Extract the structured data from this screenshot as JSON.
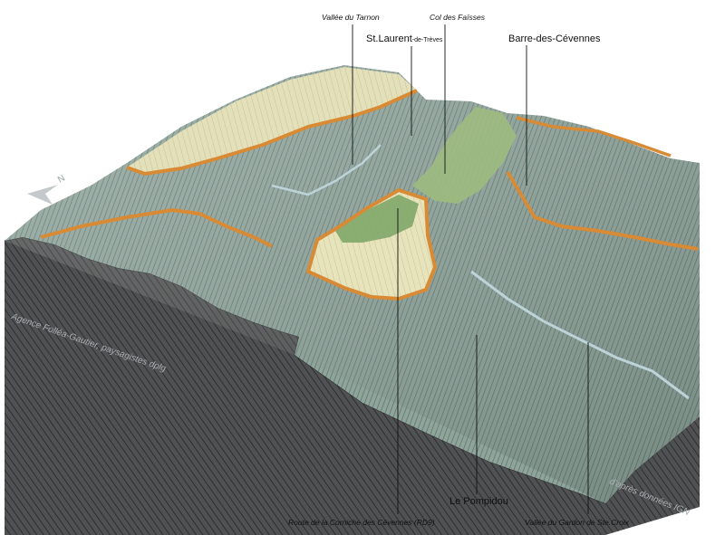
{
  "labels": {
    "vallee_tarnon": "Vallée du Tarnon",
    "col_faisses": "Col des Faïsses",
    "st_laurent_main": "St.Laurent",
    "st_laurent_suffix": "-de-Trèves",
    "barre_cevennes": "Barre-des-Cévennes",
    "le_pompidou": "Le Pompidou",
    "route_corniche": "Route de la Corniche des Cévennes (RD9)",
    "vallee_gardon": "Vallée du Gardon de Ste.Croix",
    "north": "N"
  },
  "credits": {
    "agency": "Agence Folléa-Gautier, paysagistes dplg",
    "source": "d'après données IGN"
  },
  "colors": {
    "terrain_side": "#4a4b4c",
    "relief_mid": "#8ea39a",
    "plateau": "#e6e2b6",
    "forest": "#7fa66a",
    "boundary": "#d88a35",
    "river": "#bcd3d8",
    "credit_text": "#a9aeb0"
  },
  "icons": {
    "north_arrow": "north-arrow-icon"
  }
}
